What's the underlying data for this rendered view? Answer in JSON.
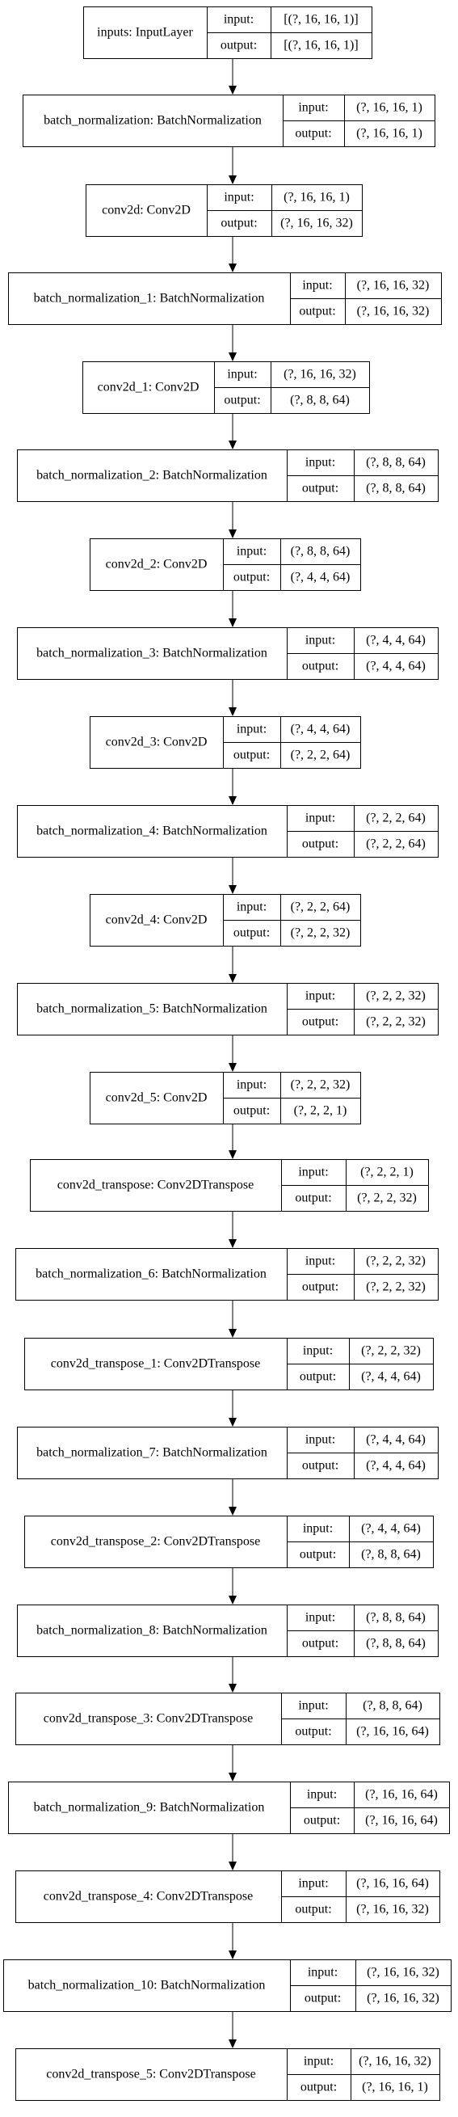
{
  "nodes": [
    {
      "name": "inputs: InputLayer",
      "input": "[(?, 16, 16, 1)]",
      "output": "[(?, 16, 16, 1)]"
    },
    {
      "name": "batch_normalization: BatchNormalization",
      "input": "(?, 16, 16, 1)",
      "output": "(?, 16, 16, 1)"
    },
    {
      "name": "conv2d: Conv2D",
      "input": "(?, 16, 16, 1)",
      "output": "(?, 16, 16, 32)"
    },
    {
      "name": "batch_normalization_1: BatchNormalization",
      "input": "(?, 16, 16, 32)",
      "output": "(?, 16, 16, 32)"
    },
    {
      "name": "conv2d_1: Conv2D",
      "input": "(?, 16, 16, 32)",
      "output": "(?, 8, 8, 64)"
    },
    {
      "name": "batch_normalization_2: BatchNormalization",
      "input": "(?, 8, 8, 64)",
      "output": "(?, 8, 8, 64)"
    },
    {
      "name": "conv2d_2: Conv2D",
      "input": "(?, 8, 8, 64)",
      "output": "(?, 4, 4, 64)"
    },
    {
      "name": "batch_normalization_3: BatchNormalization",
      "input": "(?, 4, 4, 64)",
      "output": "(?, 4, 4, 64)"
    },
    {
      "name": "conv2d_3: Conv2D",
      "input": "(?, 4, 4, 64)",
      "output": "(?, 2, 2, 64)"
    },
    {
      "name": "batch_normalization_4: BatchNormalization",
      "input": "(?, 2, 2, 64)",
      "output": "(?, 2, 2, 64)"
    },
    {
      "name": "conv2d_4: Conv2D",
      "input": "(?, 2, 2, 64)",
      "output": "(?, 2, 2, 32)"
    },
    {
      "name": "batch_normalization_5: BatchNormalization",
      "input": "(?, 2, 2, 32)",
      "output": "(?, 2, 2, 32)"
    },
    {
      "name": "conv2d_5: Conv2D",
      "input": "(?, 2, 2, 32)",
      "output": "(?, 2, 2, 1)"
    },
    {
      "name": "conv2d_transpose: Conv2DTranspose",
      "input": "(?, 2, 2, 1)",
      "output": "(?, 2, 2, 32)"
    },
    {
      "name": "batch_normalization_6: BatchNormalization",
      "input": "(?, 2, 2, 32)",
      "output": "(?, 2, 2, 32)"
    },
    {
      "name": "conv2d_transpose_1: Conv2DTranspose",
      "input": "(?, 2, 2, 32)",
      "output": "(?, 4, 4, 64)"
    },
    {
      "name": "batch_normalization_7: BatchNormalization",
      "input": "(?, 4, 4, 64)",
      "output": "(?, 4, 4, 64)"
    },
    {
      "name": "conv2d_transpose_2: Conv2DTranspose",
      "input": "(?, 4, 4, 64)",
      "output": "(?, 8, 8, 64)"
    },
    {
      "name": "batch_normalization_8: BatchNormalization",
      "input": "(?, 8, 8, 64)",
      "output": "(?, 8, 8, 64)"
    },
    {
      "name": "conv2d_transpose_3: Conv2DTranspose",
      "input": "(?, 8, 8, 64)",
      "output": "(?, 16, 16, 64)"
    },
    {
      "name": "batch_normalization_9: BatchNormalization",
      "input": "(?, 16, 16, 64)",
      "output": "(?, 16, 16, 64)"
    },
    {
      "name": "conv2d_transpose_4: Conv2DTranspose",
      "input": "(?, 16, 16, 64)",
      "output": "(?, 16, 16, 32)"
    },
    {
      "name": "batch_normalization_10: BatchNormalization",
      "input": "(?, 16, 16, 32)",
      "output": "(?, 16, 16, 32)"
    },
    {
      "name": "conv2d_transpose_5: Conv2DTranspose",
      "input": "(?, 16, 16, 32)",
      "output": "(?, 16, 16, 1)"
    }
  ],
  "port_labels": {
    "input": "input:",
    "output": "output:"
  }
}
